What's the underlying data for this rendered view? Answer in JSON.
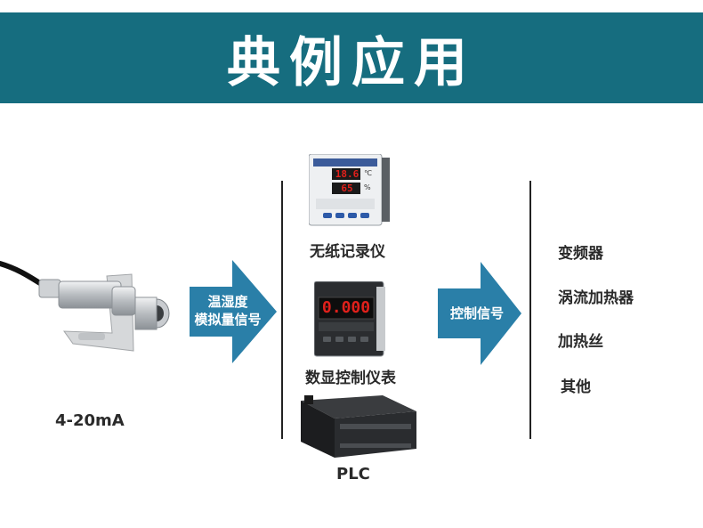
{
  "header": {
    "title": "典例应用"
  },
  "sensor": {
    "label": "4-20mA"
  },
  "arrow1": {
    "line1": "温湿度",
    "line2": "模拟量信号"
  },
  "arrow2": {
    "text": "控制信号"
  },
  "devices": {
    "recorder": {
      "label": "无纸记录仪",
      "display_top": "18.6",
      "display_bottom": "65",
      "display_unit_top": "℃",
      "display_unit_bottom": "%"
    },
    "meter": {
      "label": "数显控制仪表",
      "display": "0.000"
    },
    "plc": {
      "label": "PLC"
    }
  },
  "outputs": [
    "变频器",
    "涡流加热器",
    "加热丝",
    "其他"
  ],
  "colors": {
    "banner": "#166d7f",
    "arrow": "#2a7fa8",
    "led": "#e0201b"
  }
}
